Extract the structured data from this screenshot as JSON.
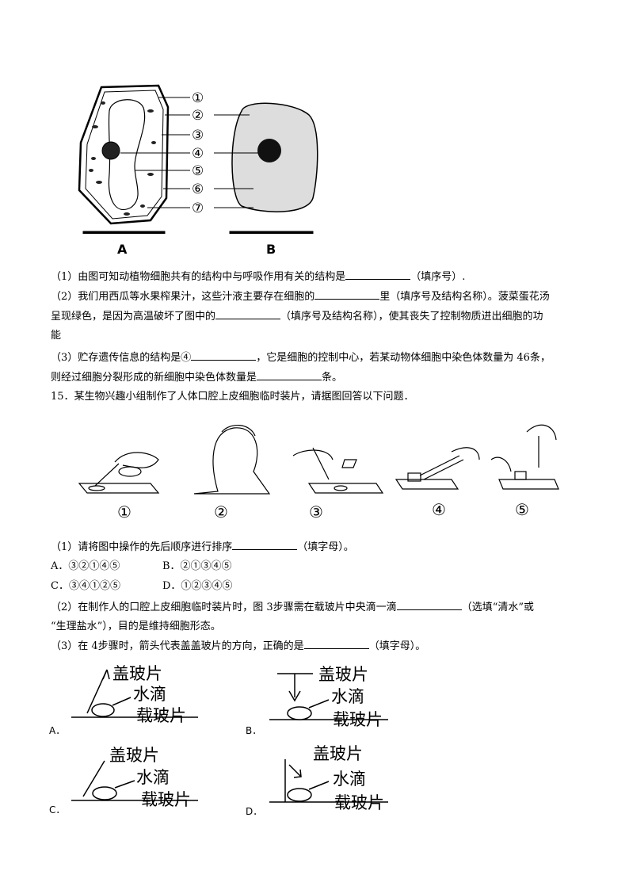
{
  "figure1": {
    "labels": [
      "①",
      "②",
      "③",
      "④",
      "⑤",
      "⑥",
      "⑦"
    ],
    "cell_a_label": "A",
    "cell_b_label": "B"
  },
  "q14": {
    "p1_a": "（1）由图可知动植物细胞共有的结构中与呼吸作用有关的结构是",
    "p1_b": "（填序号）.",
    "p2_a": "（2）我们用西瓜等水果榨果汁，这些汁液主要存在细胞的",
    "p2_b": "里（填序号及结构名称）。菠菜蛋花汤",
    "p2_c": "呈现绿色，是因为高温破坏了图中的",
    "p2_d": "（填序号及结构名称），使其丧失了控制物质进出细胞的功",
    "p2_e": "能",
    "p3_a": "（3）贮存遗传信息的结构是④",
    "p3_b": "，它是细胞的控制中心，若某动物体细胞中染色体数量为 46条，",
    "p3_c": "则经过细胞分裂形成的新细胞中染色体数量是",
    "p3_d": "条。"
  },
  "q15": {
    "title": "15．某生物兴趣小组制作了人体口腔上皮细胞临时装片，请据图回答以下问题．",
    "step_labels": [
      "①",
      "②",
      "③",
      "④",
      "⑤"
    ],
    "p1_a": "（1）请将图中操作的先后顺序进行排序",
    "p1_b": "（填字母）。",
    "options": [
      "A．③②①④⑤",
      "B．②①③④⑤",
      "C．③④①②⑤",
      "D．①②③④⑤"
    ],
    "p2_a": "（2）在制作人的口腔上皮细胞临时装片时，图 3步骤需在载玻片中央滴一滴",
    "p2_b": "（选填“清水”或",
    "p2_c": "“生理盐水”），目的是维持细胞形态。",
    "p3_a": "（3）在 4步骤时，箭头代表盖盖玻片的方向，正确的是",
    "p3_b": "（填字母）。",
    "diagram_text": {
      "cover": "盖玻片",
      "drop": "水滴",
      "slide": "载玻片"
    },
    "diagram_letters": [
      "A．",
      "B．",
      "C．",
      "D．"
    ]
  }
}
